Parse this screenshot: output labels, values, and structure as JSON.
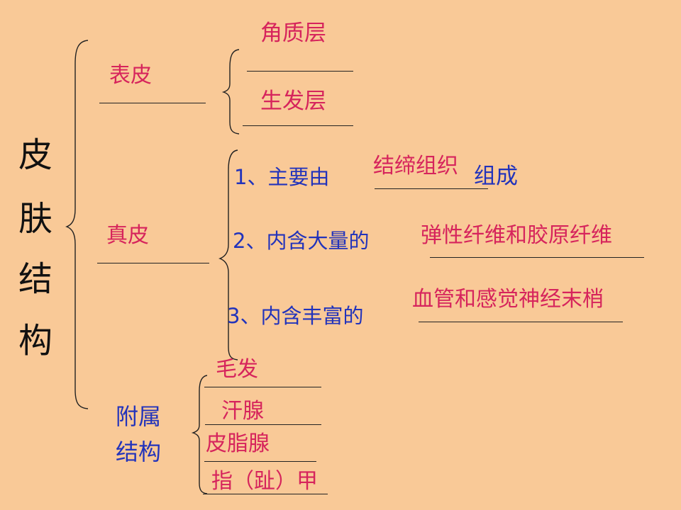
{
  "title_chars": [
    "皮",
    "肤",
    "结",
    "构"
  ],
  "epidermis": {
    "label": "表皮",
    "layers": [
      "角质层",
      "生发层"
    ]
  },
  "dermis": {
    "label": "真皮",
    "items": [
      {
        "prefix": "1、主要由",
        "answer": "结缔组织",
        "suffix": "组成"
      },
      {
        "prefix": "2、内含大量的",
        "answer": "弹性纤维和胶原纤维"
      },
      {
        "prefix": "3、内含丰富的",
        "answer": "血管和感觉神经末梢"
      }
    ]
  },
  "appendages": {
    "label_line1": "附属",
    "label_line2": "结构",
    "items": [
      "毛发",
      "汗腺",
      "皮脂腺",
      "指（趾）甲"
    ]
  },
  "colors": {
    "background": "#f9c997",
    "answer": "#d6245c",
    "question": "#2233bb",
    "title": "#111111"
  }
}
